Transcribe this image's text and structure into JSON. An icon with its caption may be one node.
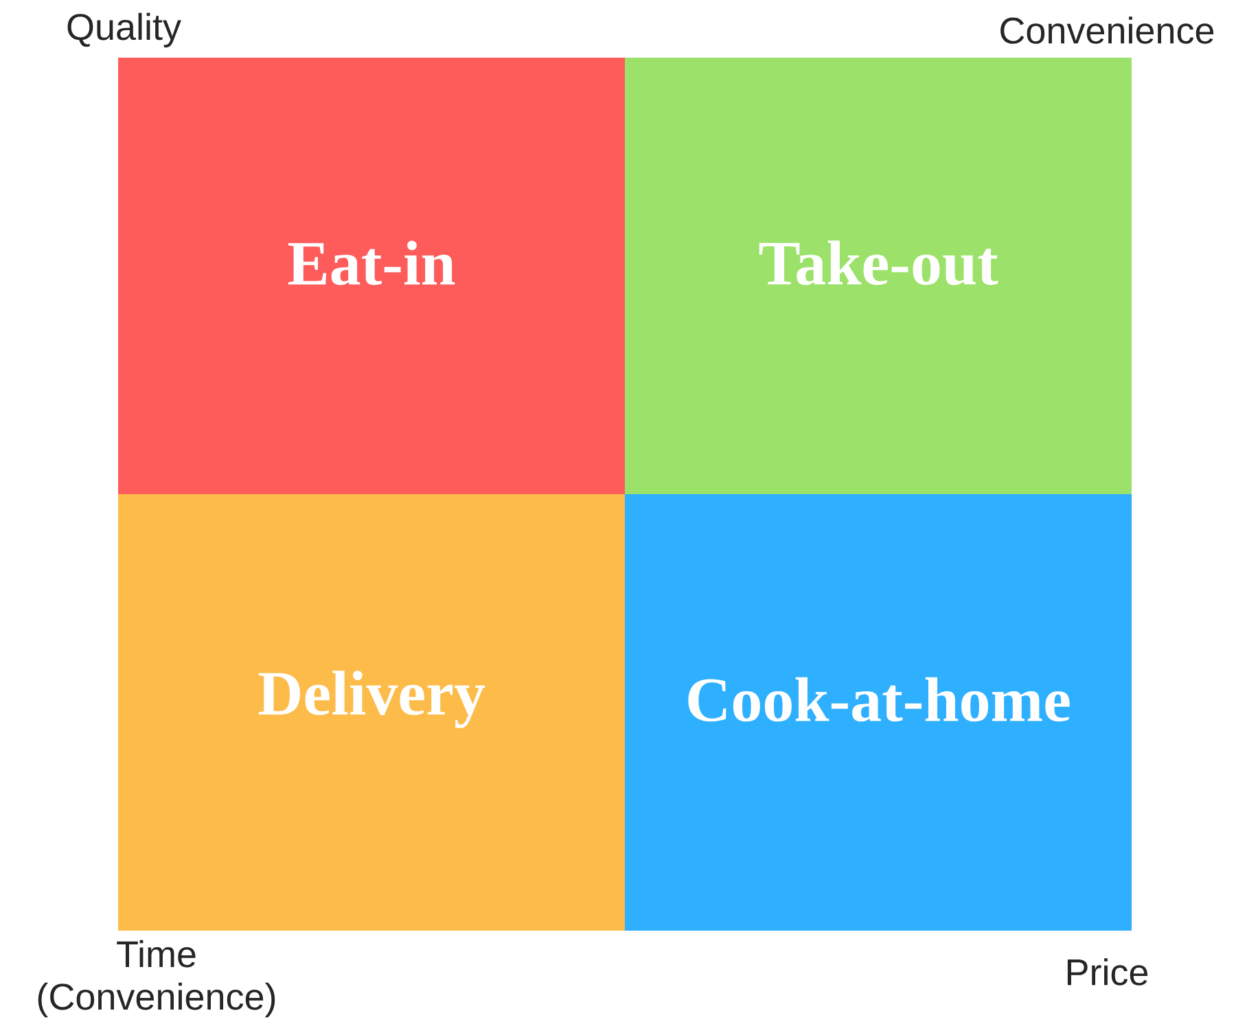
{
  "diagram": {
    "nodes": [
      {
        "text": [
          "Eat-in"
        ]
      },
      {
        "text": [
          "Take-out"
        ]
      },
      {
        "text": [
          "Delivery"
        ]
      },
      {
        "text": [
          "Cook-at-home"
        ]
      }
    ],
    "labels": [
      "Quality",
      "Convenience",
      "Time (Convenience)",
      "Price"
    ]
  }
}
